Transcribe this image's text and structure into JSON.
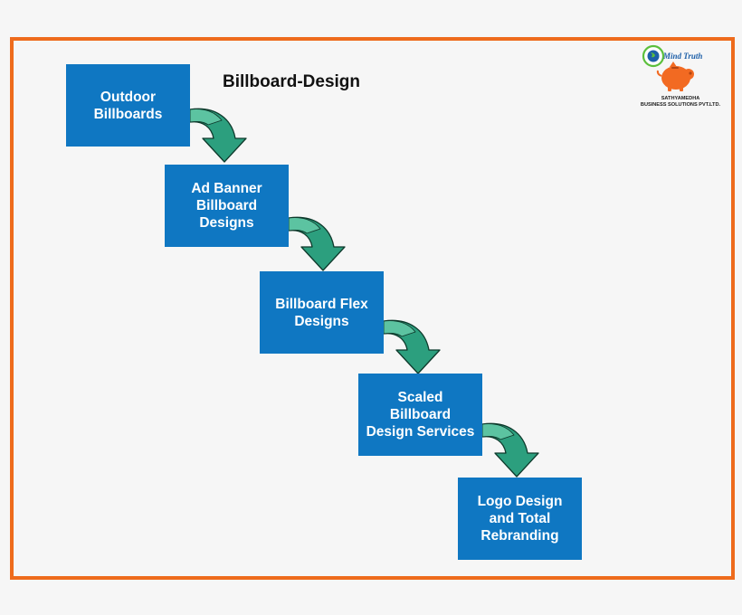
{
  "title": "Billboard-Design",
  "steps": [
    {
      "label": "Outdoor\nBillboards"
    },
    {
      "label": "Ad Banner\nBillboard\nDesigns"
    },
    {
      "label": "Billboard Flex\nDesigns"
    },
    {
      "label": "Scaled\nBillboard\nDesign Services"
    },
    {
      "label": "Logo Design\nand Total\nRebranding"
    }
  ],
  "logo": {
    "brand": "Mind Truth",
    "company": "SATHYAMEDHA\nBUSINESS SOLUTIONS PVT.LTD."
  },
  "colors": {
    "frame": "#ee6b1c",
    "box": "#0f77c2",
    "arrow": "#2c9f7e",
    "logo_accent": "#f26a22"
  }
}
